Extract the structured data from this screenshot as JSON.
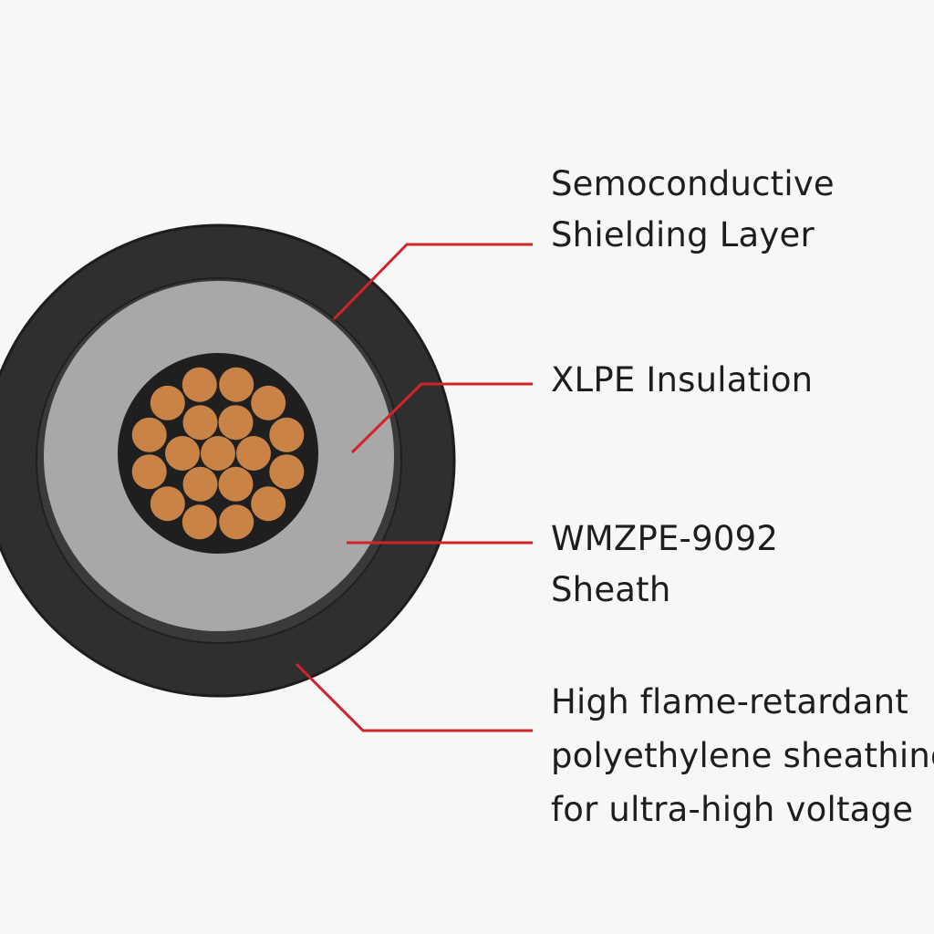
{
  "colors": {
    "background": "#f7f7f6",
    "outer_jacket": "#2f2f2f",
    "shield_ring": "#3c3c3c",
    "insulation": "#a8a8a8",
    "core": "#1f1f1f",
    "strand": "#c98347",
    "leader": "#d0242a",
    "text": "#1e1e1e"
  },
  "labels": {
    "shielding": {
      "line1": "Semoconductive",
      "line2": "Shielding Layer"
    },
    "insulation": {
      "line1": "XLPE Insulation"
    },
    "sheath": {
      "line1": "WMZPE-9092",
      "line2": "Sheath"
    },
    "flame": {
      "line1": "High flame-retardant",
      "line2": "polyethylene sheathing",
      "line3": "for ultra-high voltage"
    }
  },
  "strand_count": 19
}
